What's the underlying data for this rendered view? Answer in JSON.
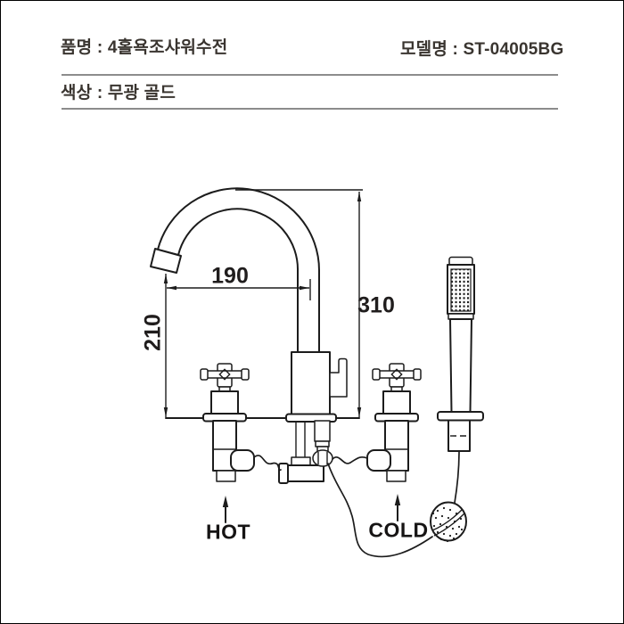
{
  "header": {
    "product_name": "품명 : 4홀욕조샤워수전",
    "model_name": "모델명 : ST-04005BG",
    "color": "색상 : 무광 골드"
  },
  "diagram": {
    "dimensions": {
      "spout_reach_mm": "190",
      "spout_outlet_height_mm": "210",
      "overall_height_mm": "310"
    },
    "supply_labels": {
      "hot": "HOT",
      "cold": "COLD"
    }
  },
  "colors": {
    "background": "#ffffff",
    "line": "#1c1c1c",
    "text": "#3a3530",
    "divider": "#8c8c8c",
    "border": "#000000"
  }
}
